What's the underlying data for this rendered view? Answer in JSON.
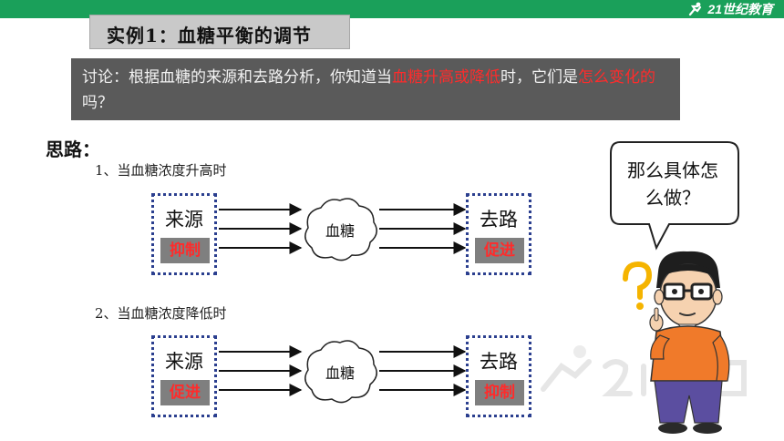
{
  "header": {
    "logo_text": "21世纪教育",
    "bar_color": "#1aa05a"
  },
  "title": "实例1：血糖平衡的调节",
  "discussion": {
    "part1": "讨论：根据血糖的来源和去路分析，你知道当",
    "highlight1": "血糖升高或降低",
    "part2": "时，它们是",
    "highlight2": "怎么变化的",
    "part3": "吗？"
  },
  "siluo_label": "思路：",
  "cases": [
    {
      "title": "1、当血糖浓度升高时",
      "left_label": "来源",
      "left_tag": "抑制",
      "center_label": "血糖",
      "right_label": "去路",
      "right_tag": "促进"
    },
    {
      "title": "2、当血糖浓度降低时",
      "left_label": "来源",
      "left_tag": "促进",
      "center_label": "血糖",
      "right_label": "去路",
      "right_tag": "抑制"
    }
  ],
  "bubble": {
    "line1": "那么具体怎",
    "line2": "么做？"
  },
  "colors": {
    "highlight": "#ff2b2b",
    "box_border": "#2b3f8f",
    "discussion_bg": "#5a5a5a",
    "tag_bg": "#7f7f7f"
  },
  "icons": {
    "logo": "runner-logo-icon",
    "character": "thinking-teacher-illustration",
    "watermark": "21-century-watermark-icon"
  }
}
